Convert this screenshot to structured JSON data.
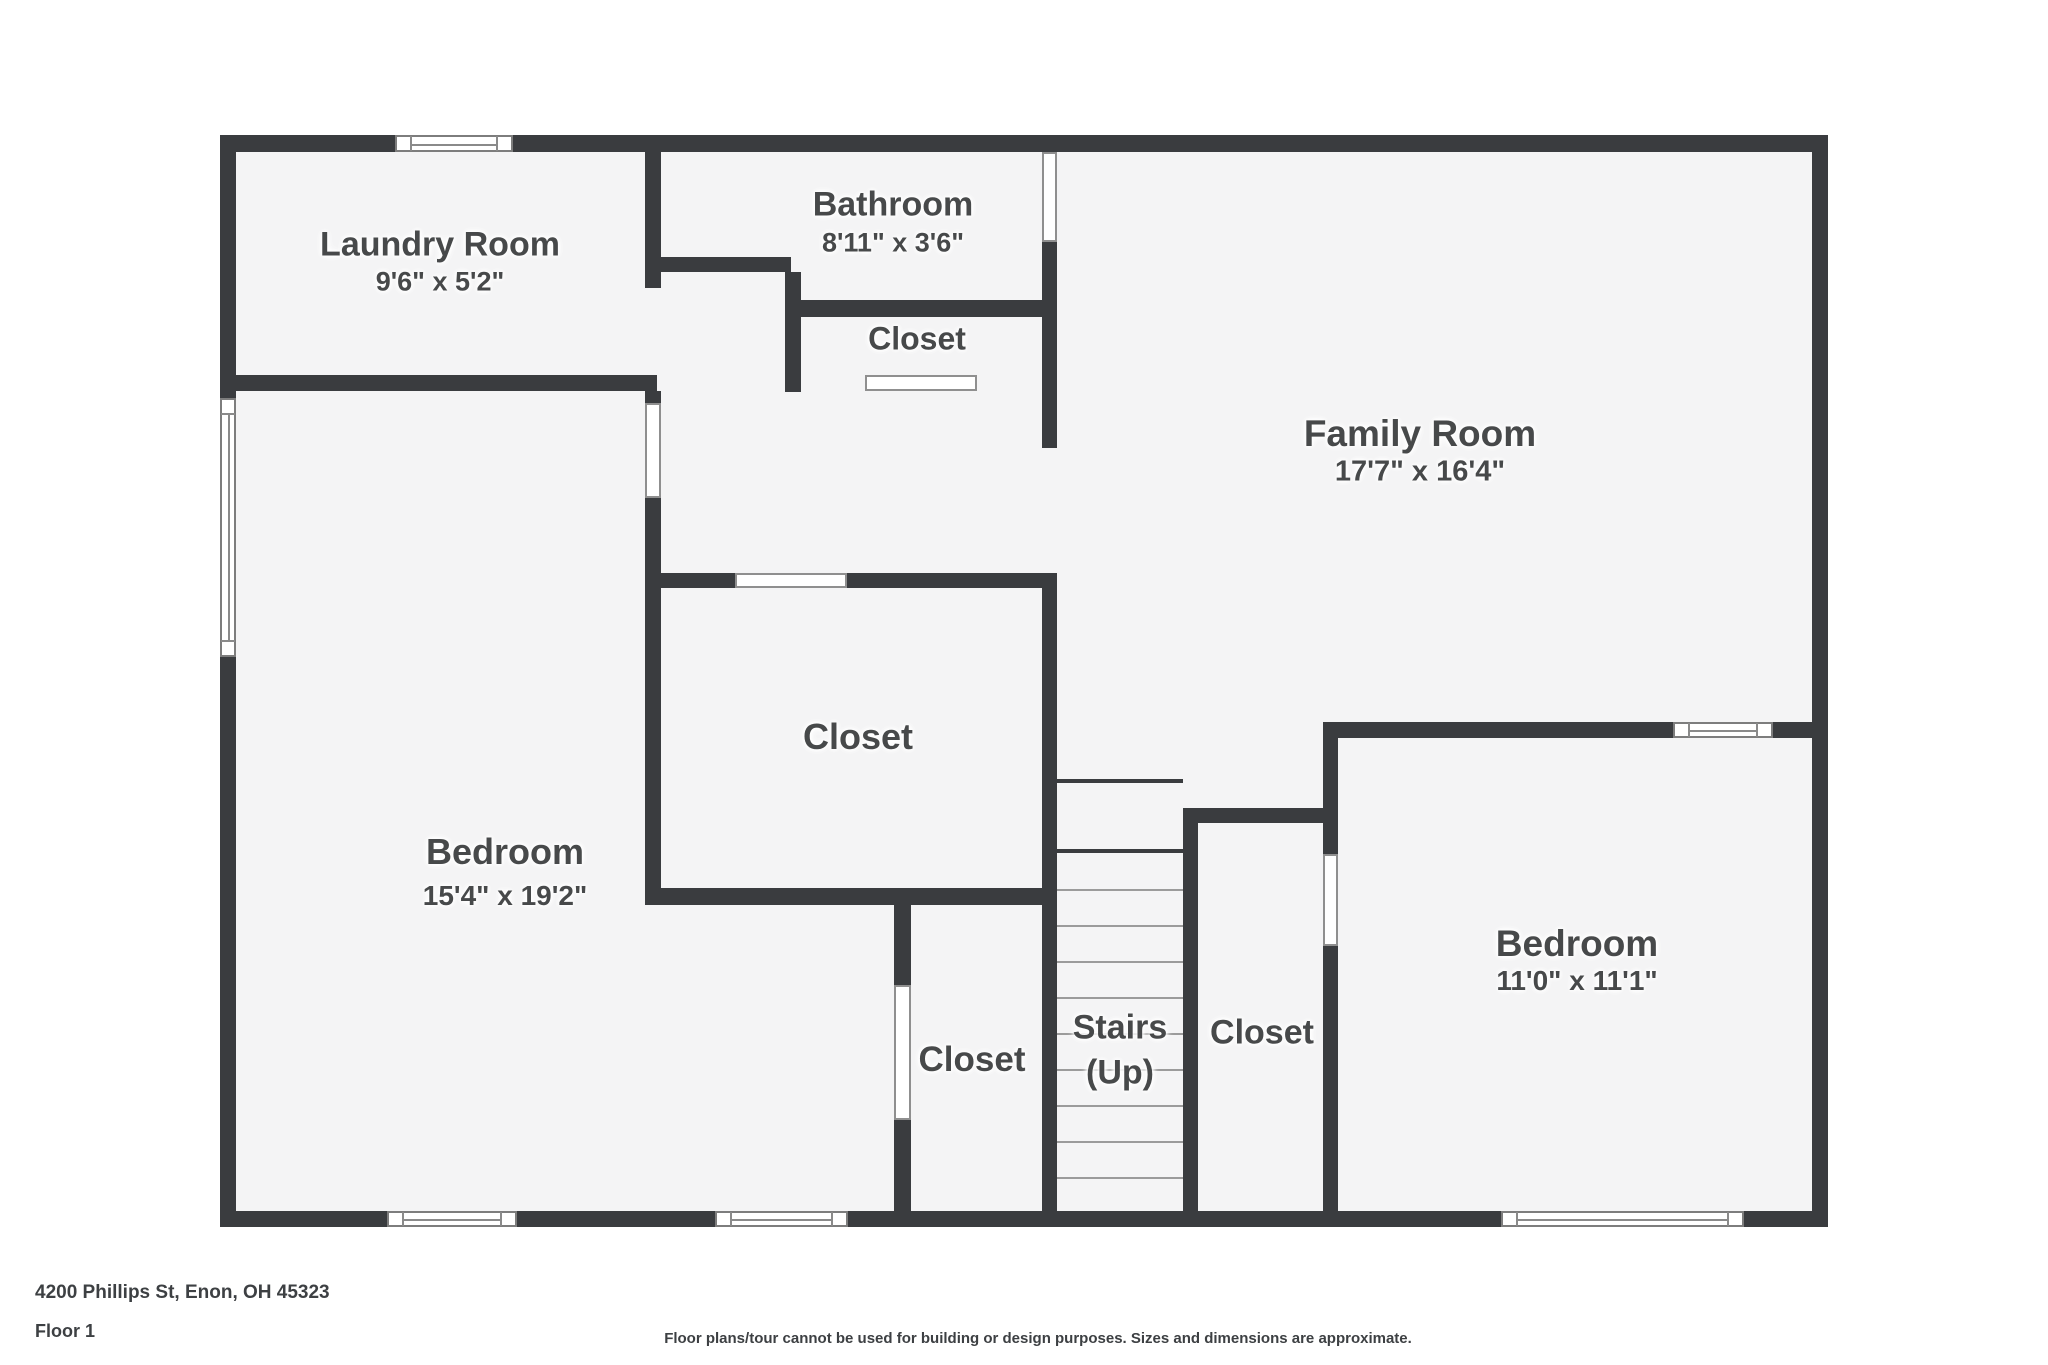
{
  "rooms": {
    "laundry": {
      "name": "Laundry Room",
      "dims": "9'6\" x 5'2\""
    },
    "bathroom": {
      "name": "Bathroom",
      "dims": "8'11\" x 3'6\""
    },
    "bath_closet": {
      "name": "Closet"
    },
    "family": {
      "name": "Family Room",
      "dims": "17'7\" x 16'4\""
    },
    "bedroom_left": {
      "name": "Bedroom",
      "dims": "15'4\" x 19'2\""
    },
    "closet_mid": {
      "name": "Closet"
    },
    "closet_bottom": {
      "name": "Closet"
    },
    "stairs": {
      "name": "Stairs",
      "direction": "(Up)"
    },
    "closet_right": {
      "name": "Closet"
    },
    "bedroom_right": {
      "name": "Bedroom",
      "dims": "11'0\" x 11'1\""
    }
  },
  "footer": {
    "address": "4200 Phillips St, Enon, OH 45323",
    "floor_label": "Floor 1",
    "disclaimer": "Floor plans/tour cannot be used for building or design purposes. Sizes and dimensions are approximate."
  },
  "colors": {
    "wall": "#3a3c3f",
    "floor": "#f4f4f5",
    "label_text": "#47494a"
  }
}
